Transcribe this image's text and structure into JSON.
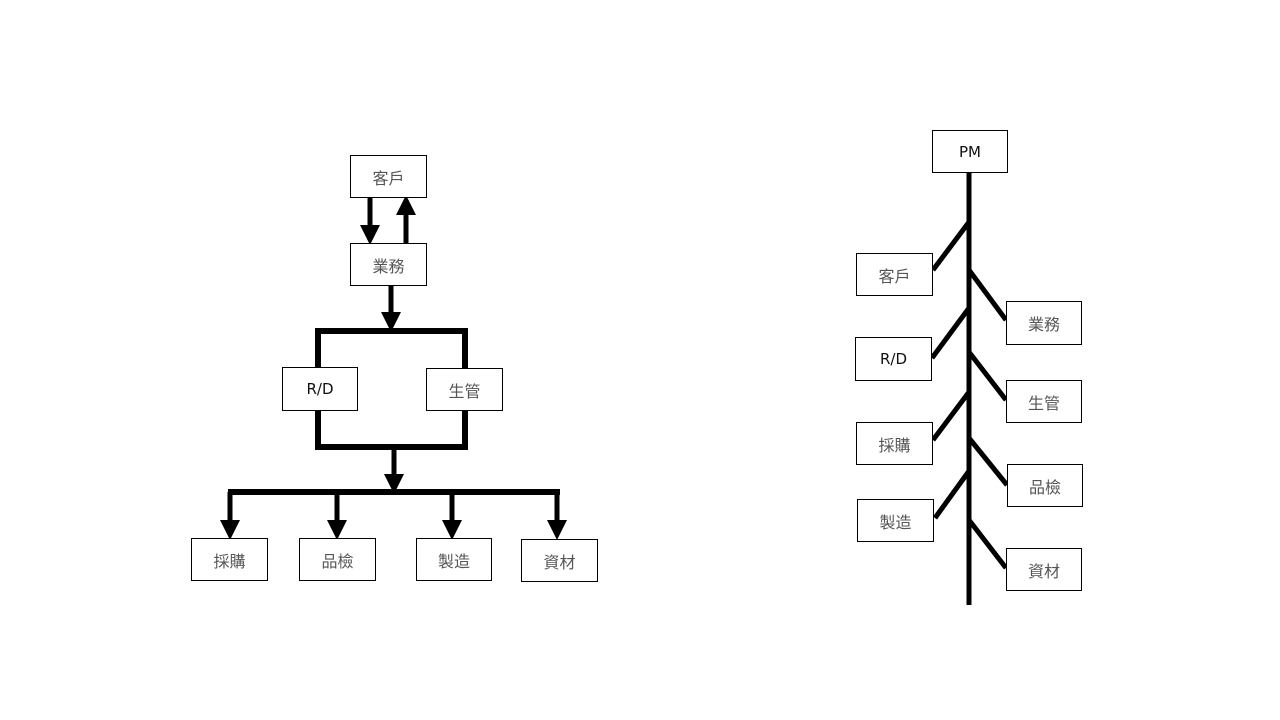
{
  "left_diagram": {
    "customer": "客戶",
    "sales": "業務",
    "rd": "R/D",
    "production_control": "生管",
    "purchasing": "採購",
    "quality_inspection": "品檢",
    "manufacturing": "製造",
    "materials": "資材"
  },
  "right_diagram": {
    "pm": "PM",
    "customer": "客戶",
    "sales": "業務",
    "rd": "R/D",
    "production_control": "生管",
    "purchasing": "採購",
    "quality_inspection": "品檢",
    "manufacturing": "製造",
    "materials": "資材"
  }
}
